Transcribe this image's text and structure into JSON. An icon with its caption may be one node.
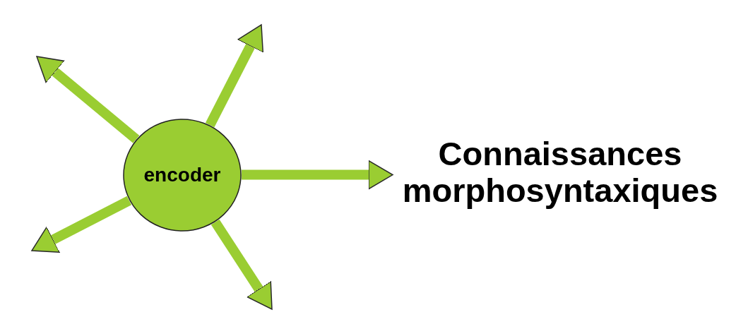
{
  "diagram": {
    "nodes": [
      {
        "text": [
          "encoder"
        ]
      },
      {
        "text": [
          "Connaissances morphosyntaxiques"
        ]
      }
    ],
    "edges": [
      {
        "from": 0,
        "to": null,
        "arrow": "to"
      },
      {
        "from": 0,
        "to": null,
        "arrow": "to"
      },
      {
        "from": 0,
        "to": 1,
        "arrow": "to"
      },
      {
        "from": 0,
        "to": null,
        "arrow": "to"
      },
      {
        "from": 0,
        "to": null,
        "arrow": "to"
      }
    ]
  }
}
